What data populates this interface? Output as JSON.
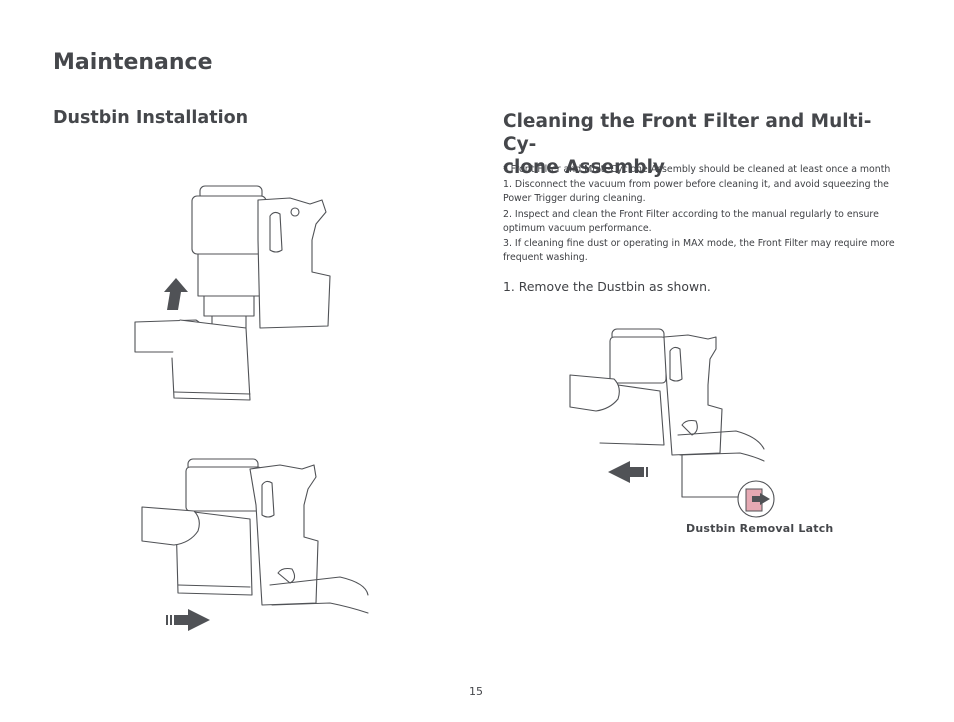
{
  "page": {
    "title": "Maintenance",
    "page_number": "15"
  },
  "left": {
    "heading": "Dustbin Installation"
  },
  "right": {
    "heading": "Cleaning the Front Filter and Multi-Cy-\nclone Assembly",
    "notes": [
      "*  Front Filter and Multi-Cyclone Assembly should be cleaned at least once a month",
      "1. Disconnect the vacuum from power before cleaning it, and avoid squeezing the Power Trigger during cleaning.",
      "2. Inspect and clean the Front Filter according to the manual regularly to ensure optimum vacuum performance.",
      "3. If cleaning fine dust or operating in MAX mode, the Front Filter may require more frequent washing."
    ],
    "step1": "1. Remove the Dustbin as shown.",
    "latch_label": "Dustbin Removal Latch"
  },
  "icons": {
    "up_arrow": "up-arrow-icon",
    "right_arrow": "right-arrow-icon",
    "left_arrow": "left-arrow-icon"
  },
  "colors": {
    "text": "#3f4145",
    "line": "#505256",
    "latch_highlight": "#e6a9b3"
  }
}
